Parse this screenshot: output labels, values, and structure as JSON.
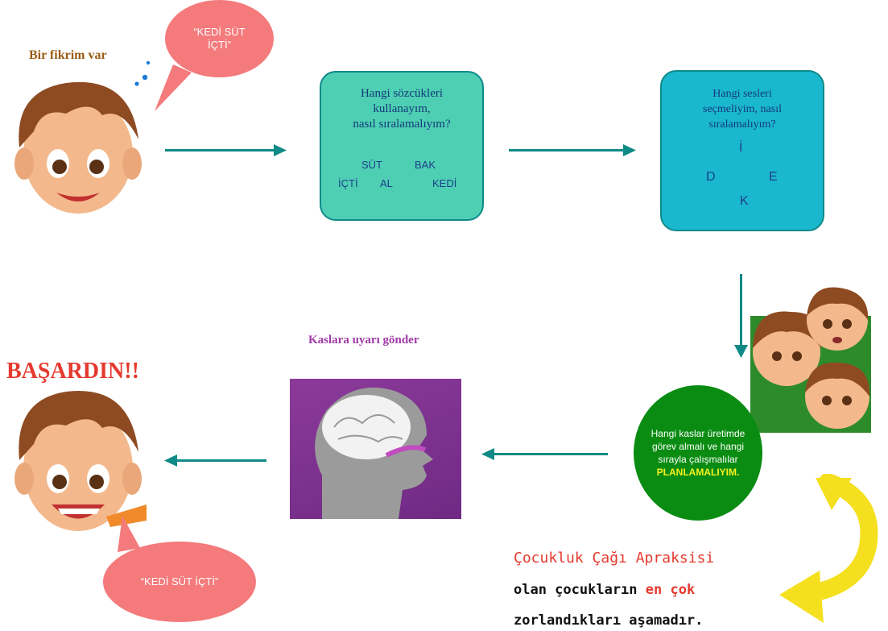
{
  "start": {
    "title": "Bir fikrim var",
    "bubble": "“KEDİ SÜT İÇTİ”"
  },
  "box1": {
    "question": [
      "Hangi sözcükleri",
      "kullanayım,",
      "nasıl sıralamalıyım?"
    ],
    "words": [
      "SÜT",
      "BAK",
      "İÇTİ",
      "AL",
      "KEDİ"
    ]
  },
  "box2": {
    "question": [
      "Hangi sesleri",
      "seçmeliyim, nasıl",
      "sıralamalıyım?"
    ],
    "letters": [
      "İ",
      "D",
      "E",
      "K"
    ]
  },
  "muscles": {
    "lines": [
      "Hangi kaslar üretimde",
      "görev almalı ve hangi",
      "sırayla çalışmalılar"
    ],
    "emphasis": "PLANLAMALIYIM."
  },
  "brain": {
    "caption": "Kaslara uyarı gönder"
  },
  "finish": {
    "title": "BAŞARDIN!!",
    "bubble": "“KEDİ SÜT İÇTİ”"
  },
  "note": {
    "line1": "Çocukluk Çağı Apraksisi",
    "line2_a": "olan çocukların ",
    "line2_b": "en çok",
    "line3": "zorlandıkları aşamadır."
  },
  "colors": {
    "arrow": "#0f8a86",
    "bubble": "#f47a7c",
    "box1": "#4ecfb3",
    "box2": "#1ab8cf",
    "green": "#0a8c12",
    "yellow": "#f5e020",
    "red": "#e53a2e",
    "purple": "#a03aa8"
  }
}
